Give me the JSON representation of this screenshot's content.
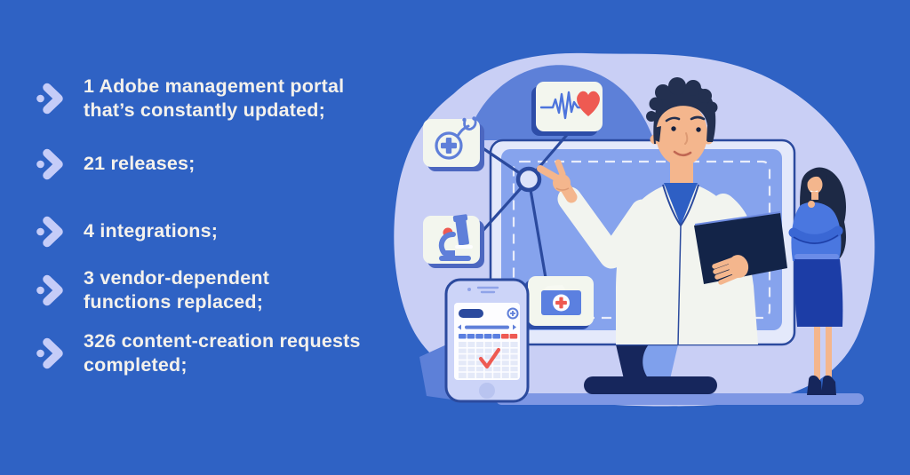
{
  "page": {
    "background_color": "#2f62c4",
    "type": "infographic"
  },
  "bullets": {
    "chevron_color": "#c5ccf8",
    "text_color": "#f4f1ec",
    "items": [
      {
        "label": "1 Adobe management portal that’s constantly updated;"
      },
      {
        "label": "21 releases;"
      },
      {
        "label": "4 integrations;"
      },
      {
        "label": "3 vendor-dependent functions replaced;"
      },
      {
        "label": "326 content-creation requests completed;"
      }
    ]
  },
  "illustration": {
    "theme": "telehealth doctor presenting from a monitor with medical icon cards, smartphone calendar and woman with crossed arms",
    "colors": {
      "blob_lavender": "#c9cff5",
      "hill_blue": "#5d80d8",
      "monitor_frame": "#e4e9fb",
      "screen_blue": "#86a3ed",
      "navy_dark": "#16265c",
      "connector_line": "#2b4a9e",
      "card_background": "#f3f6ee",
      "icon_blue": "#5f7fd9",
      "accent_red": "#ee5a52",
      "skin": "#f4b68d",
      "coat_white": "#f2f4ef",
      "floor_blue": "#7e97e4"
    },
    "icons": [
      {
        "name": "stethoscope-icon"
      },
      {
        "name": "heartbeat-heart-icon"
      },
      {
        "name": "microscope-icon"
      },
      {
        "name": "medical-folder-icon"
      },
      {
        "name": "calendar-check-icon"
      }
    ]
  }
}
